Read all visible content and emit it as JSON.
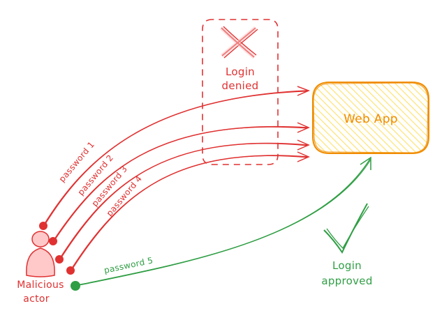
{
  "attacker": {
    "label_line1": "Malicious",
    "label_line2": "actor"
  },
  "webapp": {
    "label": "Web App"
  },
  "denied": {
    "label_line1": "Login",
    "label_line2": "denied"
  },
  "approved": {
    "label_line1": "Login",
    "label_line2": "approved"
  },
  "attempts": [
    {
      "label": "password 1",
      "result": "denied"
    },
    {
      "label": "password 2",
      "result": "denied"
    },
    {
      "label": "password 3",
      "result": "denied"
    },
    {
      "label": "password 4",
      "result": "denied"
    },
    {
      "label": "password 5",
      "result": "approved"
    }
  ],
  "colors": {
    "red": "#e03131",
    "red_fill": "#ffc9c9",
    "green": "#2f9e44",
    "orange": "#f08c00",
    "yellow_fill": "#ffec99"
  }
}
